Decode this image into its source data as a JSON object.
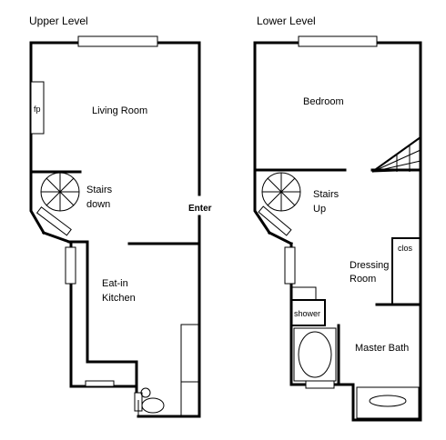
{
  "upper": {
    "title": "Upper Level",
    "living_room": "Living Room",
    "fireplace": "fp",
    "stairs_line1": "Stairs",
    "stairs_line2": "down",
    "enter": "Enter",
    "kitchen_line1": "Eat-in",
    "kitchen_line2": "Kitchen"
  },
  "lower": {
    "title": "Lower Level",
    "bedroom": "Bedroom",
    "stairs_line1": "Stairs",
    "stairs_line2": "Up",
    "closet": "clos",
    "dressing_line1": "Dressing",
    "dressing_line2": "Room",
    "shower": "shower",
    "master_bath": "Master Bath"
  }
}
